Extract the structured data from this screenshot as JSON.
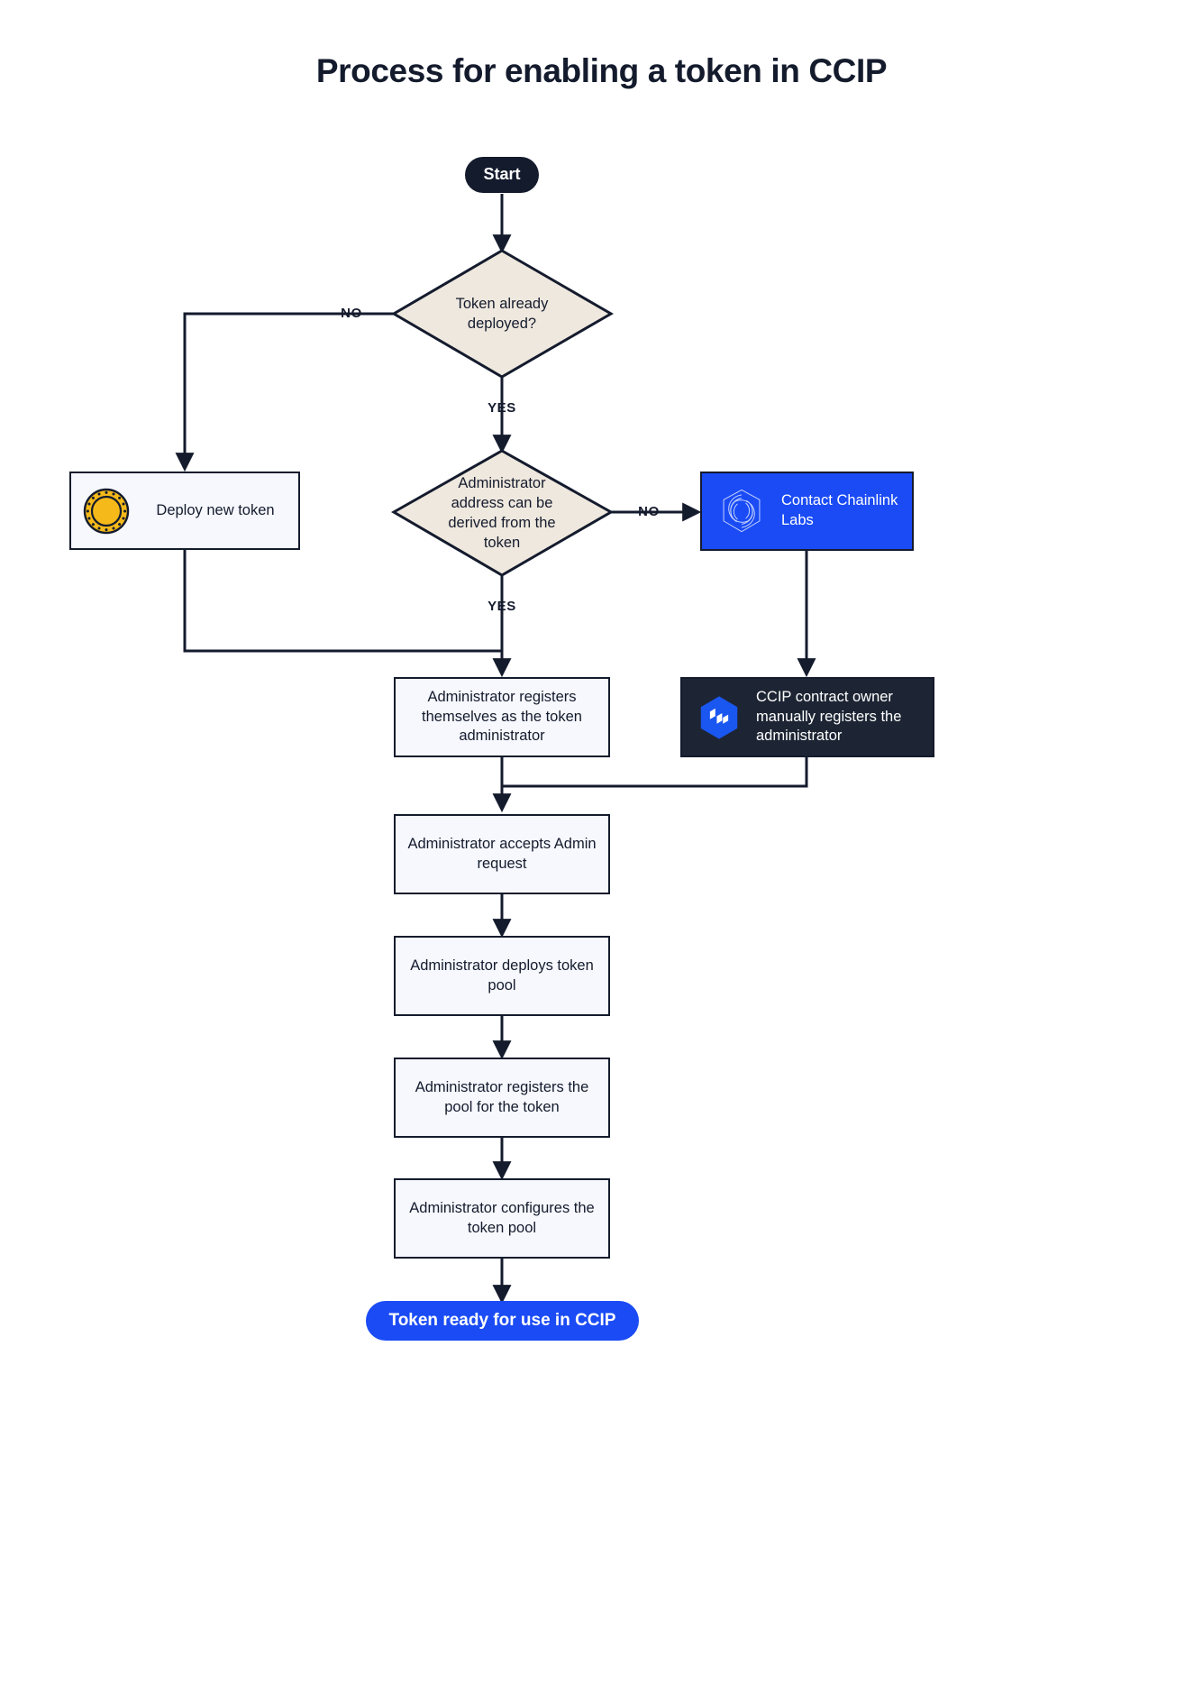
{
  "title": "Process for enabling a token in CCIP",
  "nodes": {
    "start": {
      "label": "Start",
      "shape": "pill",
      "color": "#141b2d"
    },
    "decision_deployed": {
      "label": "Token already deployed?",
      "shape": "diamond",
      "color": "#efe8de"
    },
    "deploy_token": {
      "label": "Deploy new token",
      "shape": "box",
      "icon": "gold-coin-icon",
      "color": "#f6f8fd"
    },
    "decision_admin_derived": {
      "label": "Administrator address can be derived from the token",
      "shape": "diamond",
      "color": "#efe8de"
    },
    "contact_labs": {
      "label": "Contact Chainlink Labs",
      "shape": "box",
      "icon": "chainlink-logo-icon",
      "color": "#1a4bf5"
    },
    "admin_registers_self": {
      "label": "Administrator registers themselves as the token administrator",
      "shape": "box",
      "color": "#f6f8fd"
    },
    "owner_registers_admin": {
      "label": "CCIP contract owner manually registers the administrator",
      "shape": "box",
      "icon": "ccip-logo-icon",
      "color": "#1d2534"
    },
    "admin_accepts": {
      "label": "Administrator accepts Admin request",
      "shape": "box",
      "color": "#f6f8fd"
    },
    "admin_deploys_pool": {
      "label": "Administrator deploys token pool",
      "shape": "box",
      "color": "#f6f8fd"
    },
    "admin_registers_pool": {
      "label": "Administrator registers the pool for the token",
      "shape": "box",
      "color": "#f6f8fd"
    },
    "admin_configures_pool": {
      "label": "Administrator configures the token pool",
      "shape": "box",
      "color": "#f6f8fd"
    },
    "end": {
      "label": "Token ready for use in CCIP",
      "shape": "pill",
      "color": "#1a4bf5"
    }
  },
  "edge_labels": {
    "deployed_no": "NO",
    "deployed_yes": "YES",
    "derived_no": "NO",
    "derived_yes": "YES"
  },
  "colors": {
    "stroke": "#141b2d",
    "decision_fill": "#efe8de",
    "process_fill": "#f6f8fd",
    "brand_blue": "#1a4bf5",
    "dark": "#1d2534",
    "coin_gold": "#f5b919",
    "background": "#ffffff"
  }
}
